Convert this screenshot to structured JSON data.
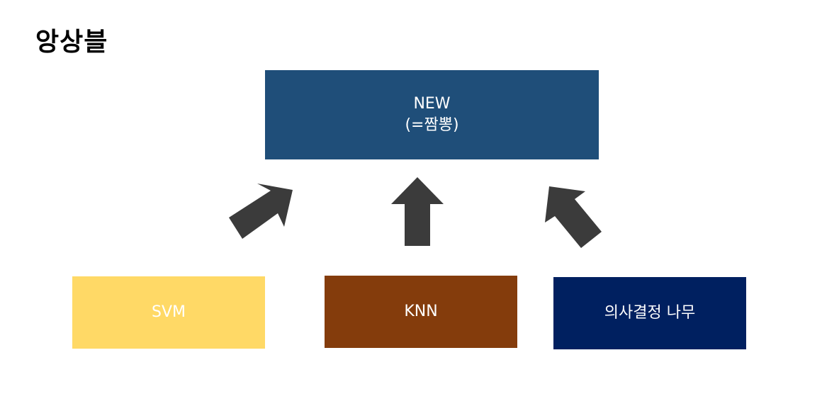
{
  "title": "앙상블",
  "target": {
    "line1": "NEW",
    "line2": "(=짬뽕)",
    "color": "#1f4e79"
  },
  "models": [
    {
      "label": "SVM",
      "color": "#ffd966"
    },
    {
      "label": "KNN",
      "color": "#843c0c"
    },
    {
      "label": "의사결정 나무",
      "color": "#002060"
    }
  ],
  "arrow_color": "#3b3b3b"
}
